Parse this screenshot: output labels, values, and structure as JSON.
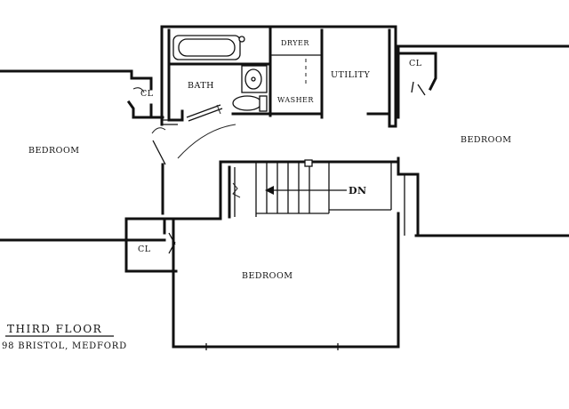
{
  "rooms": {
    "bedroom_left": "BEDROOM",
    "bedroom_right": "BEDROOM",
    "bedroom_center": "BEDROOM",
    "bath": "BATH",
    "utility": "UTILITY",
    "dryer": "DRYER",
    "washer": "WASHER",
    "closet_left": "CL",
    "closet_right": "CL",
    "closet_lower": "CL"
  },
  "stair": {
    "direction_label": "DN"
  },
  "title_block": {
    "floor": "THIRD FLOOR",
    "address": "98 BRISTOL, MEDFORD"
  }
}
